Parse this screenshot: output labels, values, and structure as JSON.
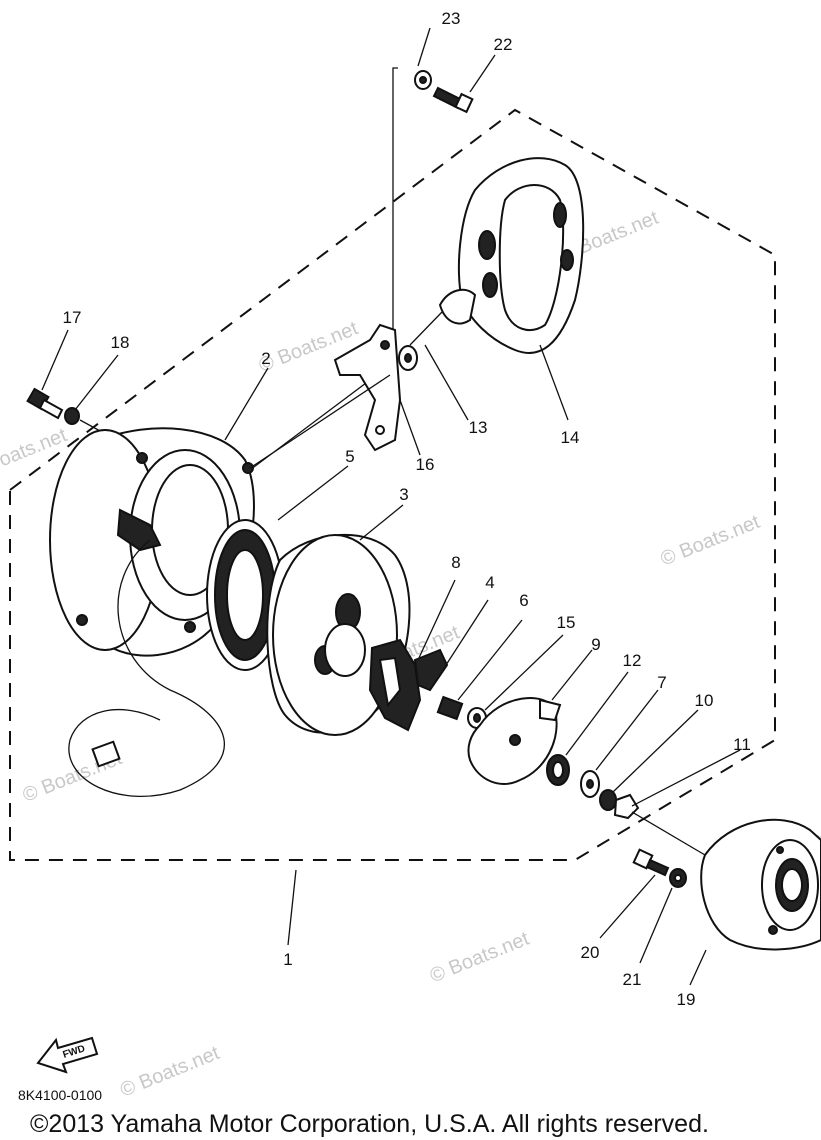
{
  "diagram": {
    "callouts": [
      "23",
      "22",
      "17",
      "18",
      "2",
      "13",
      "14",
      "16",
      "5",
      "3",
      "8",
      "4",
      "6",
      "15",
      "9",
      "12",
      "7",
      "10",
      "11",
      "1",
      "20",
      "21",
      "19"
    ],
    "watermark": "© Boats.net",
    "part_code": "8K4100-0100",
    "fwd_label": "FWD",
    "copyright": "©2013 Yamaha Motor Corporation, U.S.A. All rights reserved."
  }
}
